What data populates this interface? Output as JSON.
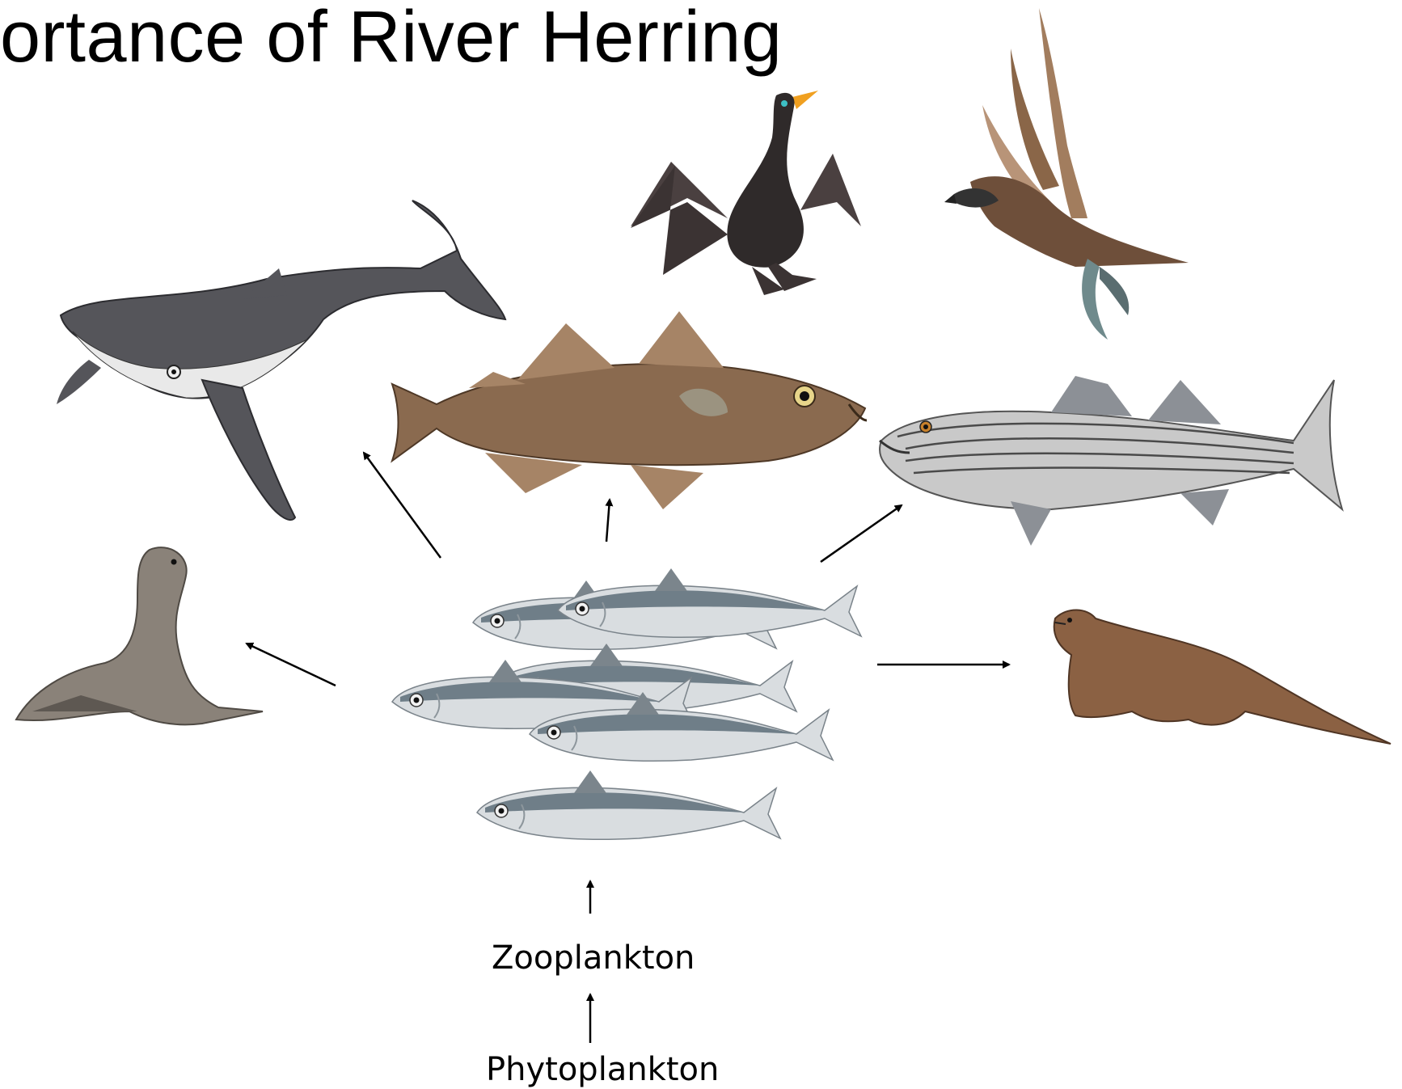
{
  "title": "ortance of River Herring",
  "labels": {
    "zooplankton": "Zooplankton",
    "phytoplankton": "Phytoplankton"
  },
  "colors": {
    "arrow": "#000000",
    "whale": "#55555a",
    "cod": "#8a6a4f",
    "bass": "#b8b8b8",
    "herring": "#d9dde0",
    "herring_back": "#6f7e88",
    "seal": "#8a8279",
    "otter": "#8b6143",
    "cormorant": "#2f2a2a",
    "osprey": "#a27d5e"
  }
}
